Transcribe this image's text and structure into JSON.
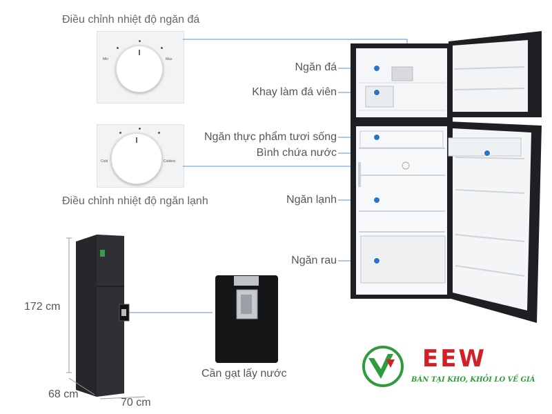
{
  "labels": {
    "freezer_dial": "Điều chỉnh nhiệt độ ngăn đá",
    "fridge_dial": "Điều chỉnh nhiệt độ ngăn lạnh",
    "freezer": "Ngăn đá",
    "ice_tray": "Khay làm đá viên",
    "fresh_food": "Ngăn thực phẩm tươi sống",
    "water_tank": "Bình chứa nước",
    "fridge": "Ngăn lạnh",
    "vegetable": "Ngăn rau",
    "dispenser_lever": "Cần gạt lấy nước"
  },
  "dial_freezer": {
    "min": "Min",
    "max": "Max"
  },
  "dial_fridge": {
    "min": "Cold",
    "max": "Coldest"
  },
  "dimensions": {
    "height": "172 cm",
    "depth": "68 cm",
    "width": "70 cm"
  },
  "brand": {
    "name": "EEW",
    "slogan": "BÁN TẠI KHO, KHỎI LO VỀ GIÁ",
    "colors": {
      "red": "#d32027",
      "green": "#2e9b3c"
    }
  },
  "colors": {
    "accent_dot": "#2b73c8",
    "fridge_body": "#1e1f22"
  }
}
